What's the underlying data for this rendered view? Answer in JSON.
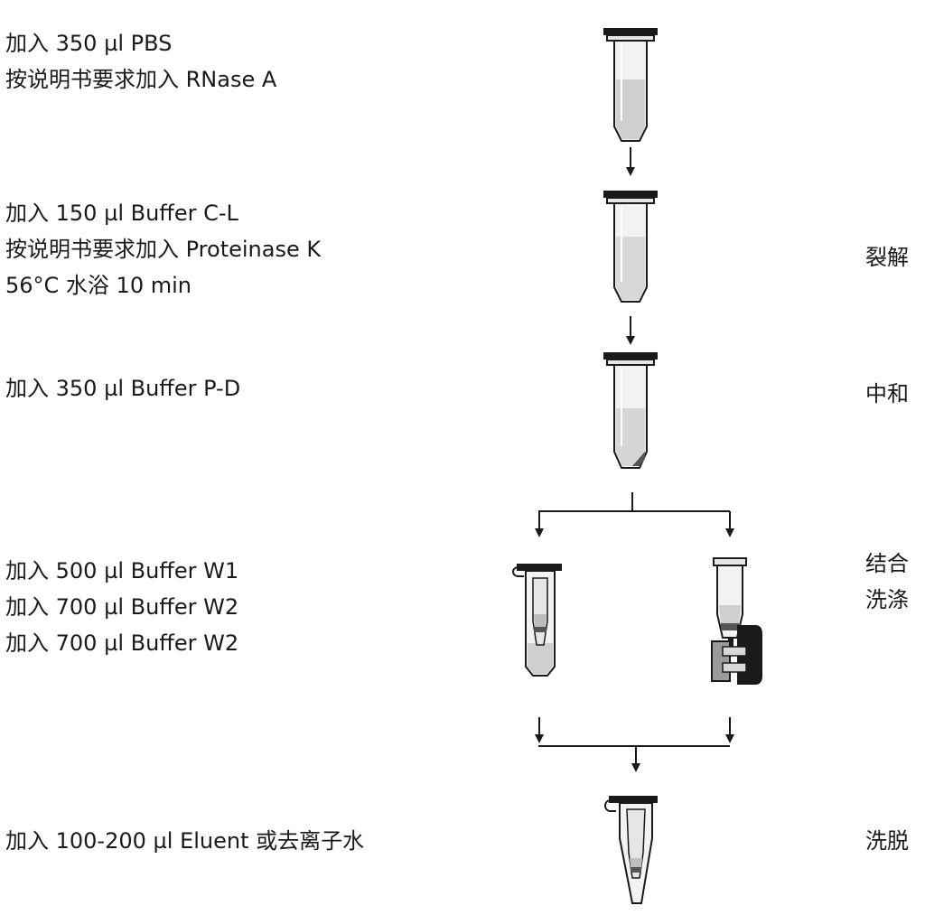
{
  "steps": [
    {
      "lines": [
        "加入  350 µl PBS",
        "按说明书要求加入  RNase A"
      ]
    },
    {
      "lines": [
        "加入  150 µl Buffer C-L",
        "按说明书要求加入  Proteinase K",
        "56°C 水浴  10 min"
      ]
    },
    {
      "lines": [
        "加入  350 µl Buffer P-D"
      ]
    },
    {
      "lines": [
        "加入  500 µl Buffer W1",
        "加入  700 µl Buffer W2",
        "加入  700 µl Buffer W2"
      ]
    },
    {
      "lines": [
        "加入 100-200 µl Eluent 或去离子水"
      ]
    }
  ],
  "stages": {
    "lysis": [
      "裂解"
    ],
    "neutralize": [
      "中和"
    ],
    "bind_wash": [
      "结合",
      "洗涤"
    ],
    "elute": [
      "洗脱"
    ]
  },
  "colors": {
    "ink": "#1a1a1a",
    "tube_fill": "#e6e6e6",
    "liquid": "#cfcfcf",
    "dark": "#333333"
  }
}
